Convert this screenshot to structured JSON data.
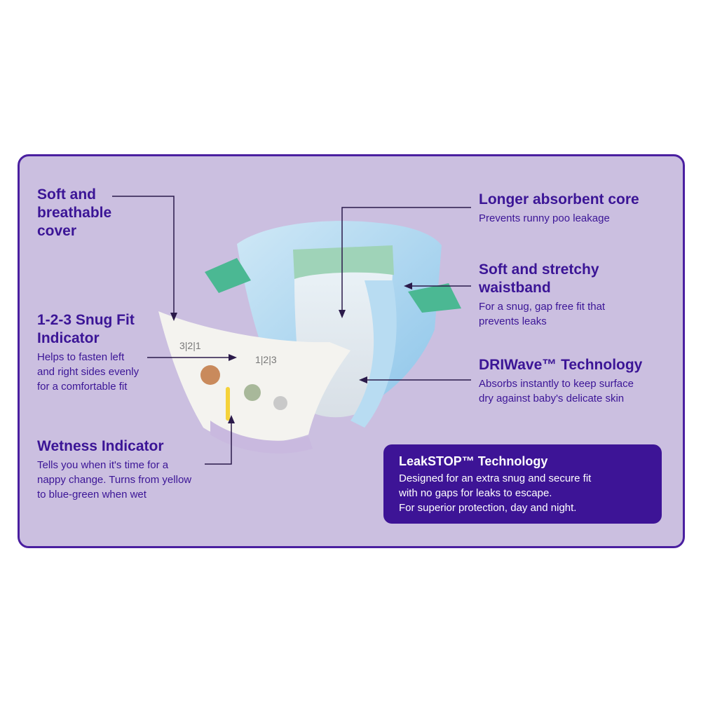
{
  "features": {
    "cover": {
      "title": "Soft and\nbreathable\ncover"
    },
    "snug_fit": {
      "title": "1-2-3 Snug Fit\nIndicator",
      "desc": "Helps to fasten left\nand right sides evenly\nfor a comfortable fit"
    },
    "wetness": {
      "title": "Wetness Indicator",
      "desc": "Tells you when it's time for a\nnappy change. Turns from yellow\nto blue-green when wet"
    },
    "core": {
      "title": "Longer absorbent core",
      "desc": "Prevents runny poo leakage"
    },
    "waistband": {
      "title": "Soft and stretchy\nwaistband",
      "desc": "For a snug, gap free fit that\nprevents leaks"
    },
    "driwave": {
      "title": "DRIWave™ Technology",
      "desc": "Absorbs instantly to keep surface\ndry against baby's delicate skin"
    }
  },
  "leakstop": {
    "title": "LeakSTOP™ Technology",
    "desc": "Designed for an extra snug and secure fit\nwith no gaps for leaks to escape.\nFor superior protection, day and night."
  },
  "diaper_labels": {
    "left_numbers": "3|2|1",
    "right_numbers": "1|2|3"
  },
  "colors": {
    "panel": "#cbbfe0",
    "border": "#4a1fa0",
    "text": "#3b1596",
    "callout": "#3d1496"
  }
}
